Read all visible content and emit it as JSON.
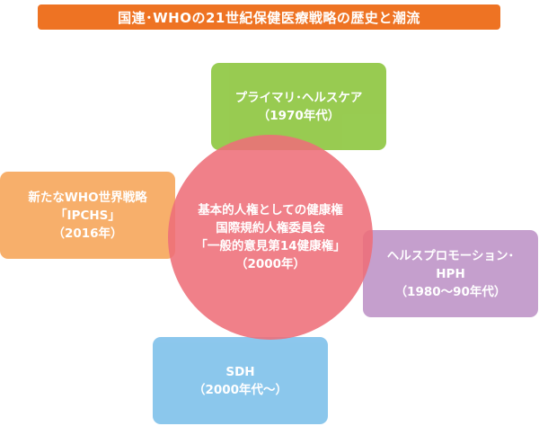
{
  "title": "国連･WHOの21世紀保健医療戦略の歴史と潮流",
  "colors": {
    "title_bg": "#ee7323",
    "primary_care": "#8dc63f",
    "ipchs": "#f7a75b",
    "health_promotion": "#bf95c8",
    "sdh": "#7fc1eb",
    "center": "#ee6f79"
  },
  "primary_care": [
    "プライマリ･ヘルスケア",
    "（1970年代）"
  ],
  "ipchs": [
    "新たなWHO世界戦略",
    "「IPCHS」",
    "（2016年）"
  ],
  "health_promotion": [
    "ヘルスプロモーション･",
    "HPH",
    "（1980～90年代）"
  ],
  "sdh": [
    "SDH",
    "（2000年代～）"
  ],
  "center": [
    "基本的人権としての健康権",
    "国際規約人権委員会",
    "「一般的意見第14健康権」",
    "（2000年）"
  ]
}
